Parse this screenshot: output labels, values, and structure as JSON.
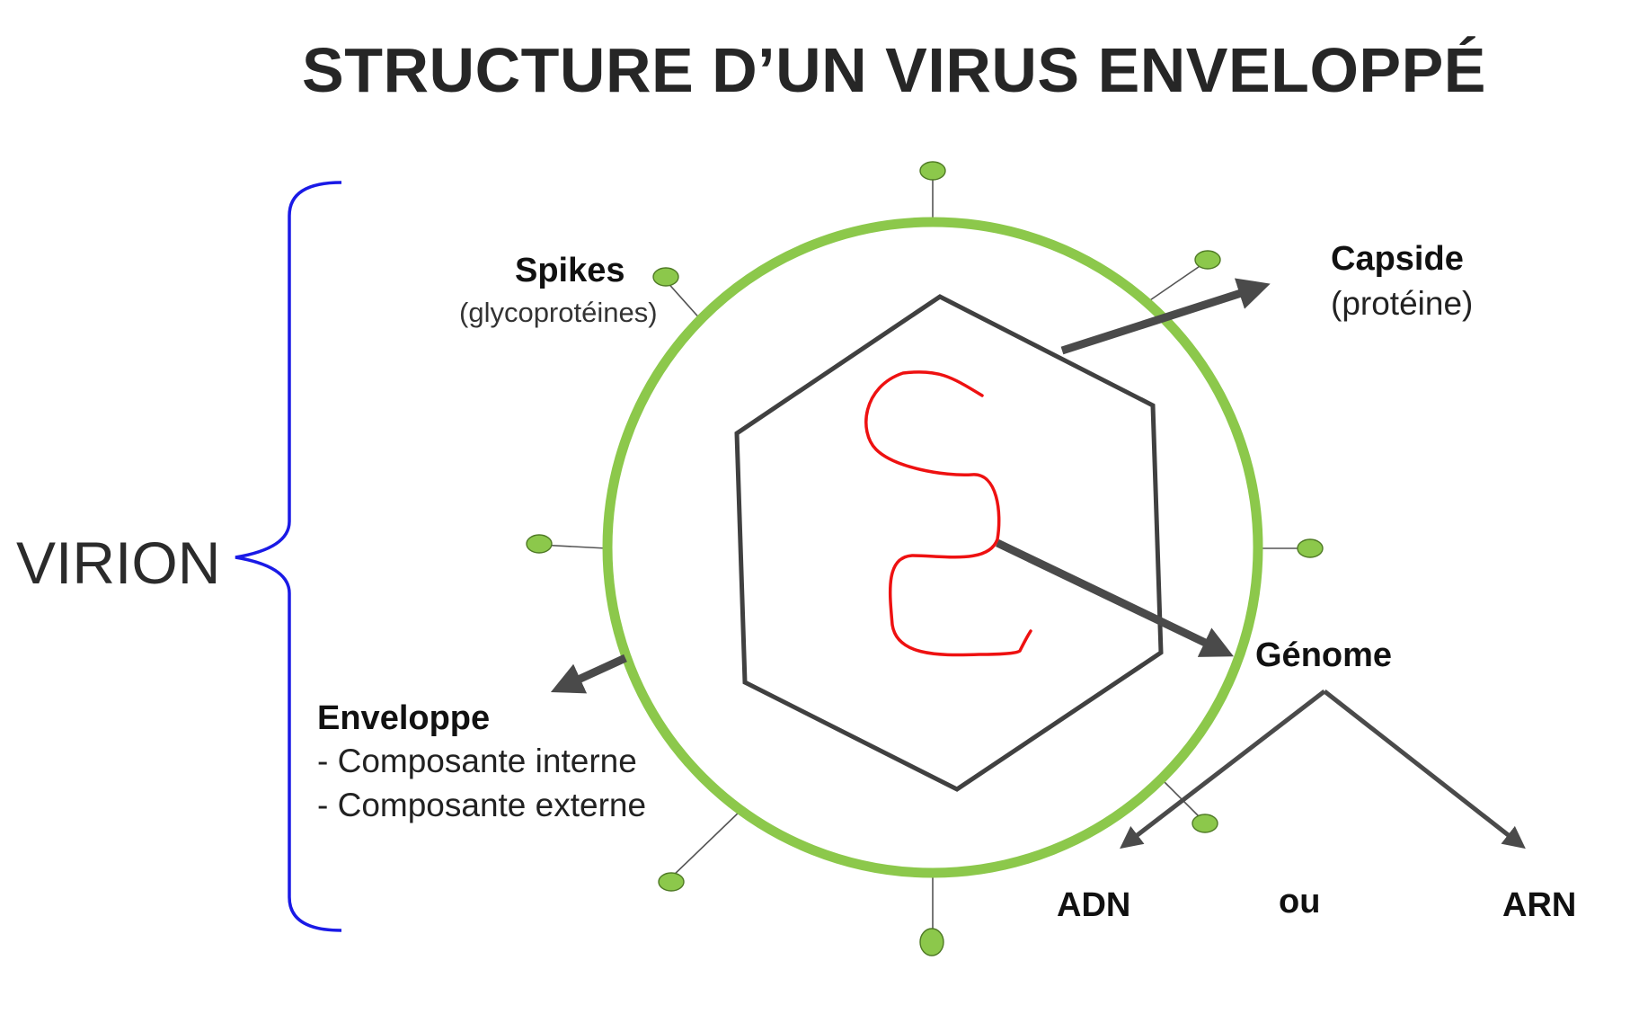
{
  "title": "STRUCTURE D’UN VIRUS ENVELOPPÉ",
  "virion_label": "VIRION",
  "spikes": {
    "title": "Spikes",
    "subtitle": "(glycoprotéines)"
  },
  "capside": {
    "title": "Capside",
    "subtitle": "(protéine)"
  },
  "genome": {
    "title": "Génome",
    "options": [
      "ADN",
      "ou",
      "ARN"
    ]
  },
  "enveloppe": {
    "title": "Enveloppe",
    "items": [
      "- Composante interne",
      "- Composante externe"
    ]
  },
  "colors": {
    "envelope": "#8cc84b",
    "spike_fill": "#8cc84b",
    "capsid_stroke": "#404040",
    "genome": "#ee1111",
    "arrow": "#4a4a4a",
    "brace": "#1a1ae6",
    "title": "#262626"
  }
}
